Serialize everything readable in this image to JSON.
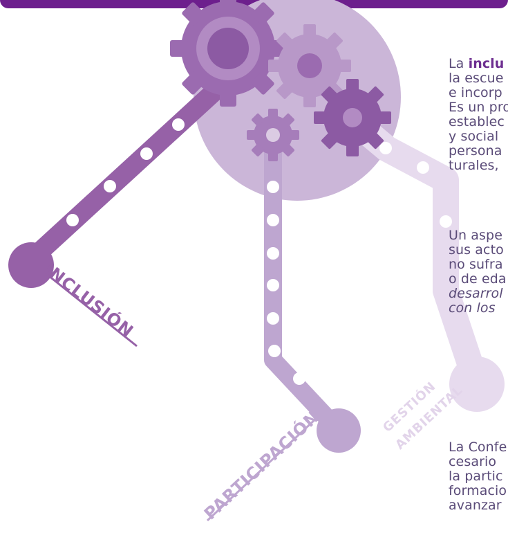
{
  "header": {
    "bar_color": "#6d1f8d"
  },
  "diagram": {
    "labels": {
      "inclusion": "INCLUSIÓN",
      "participation": "PARTICIPACIÓN",
      "environment_line1": "GESTIÓN",
      "environment_line2": "AMBIENTAL"
    },
    "colors": {
      "inclusion": "#9661a7",
      "participation": "#bea6d0",
      "environment": "#e7dbee",
      "gear_dark": "#8c5aa3",
      "gear_mid": "#b491c3"
    }
  },
  "text": {
    "p1_line1_prefix": "La ",
    "p1_line1_bold": "inclu",
    "p1_line2": "la escue",
    "p1_line3": "e incorp",
    "p1_line4": "Es un pro",
    "p1_line5": "establec",
    "p1_line6": "y social",
    "p1_line7": "persona",
    "p1_line8": "turales,",
    "p2_line1": "Un aspe",
    "p2_line2": "sus acto",
    "p2_line3": "no sufra",
    "p2_line4": "o de eda",
    "p2_line5_italic": "desarrol",
    "p2_line6_italic": "con los",
    "p3_line1": "La Confe",
    "p3_line2": "cesario",
    "p3_line3": "la partic",
    "p3_line4": "formacio",
    "p3_line5": "avanzar"
  }
}
